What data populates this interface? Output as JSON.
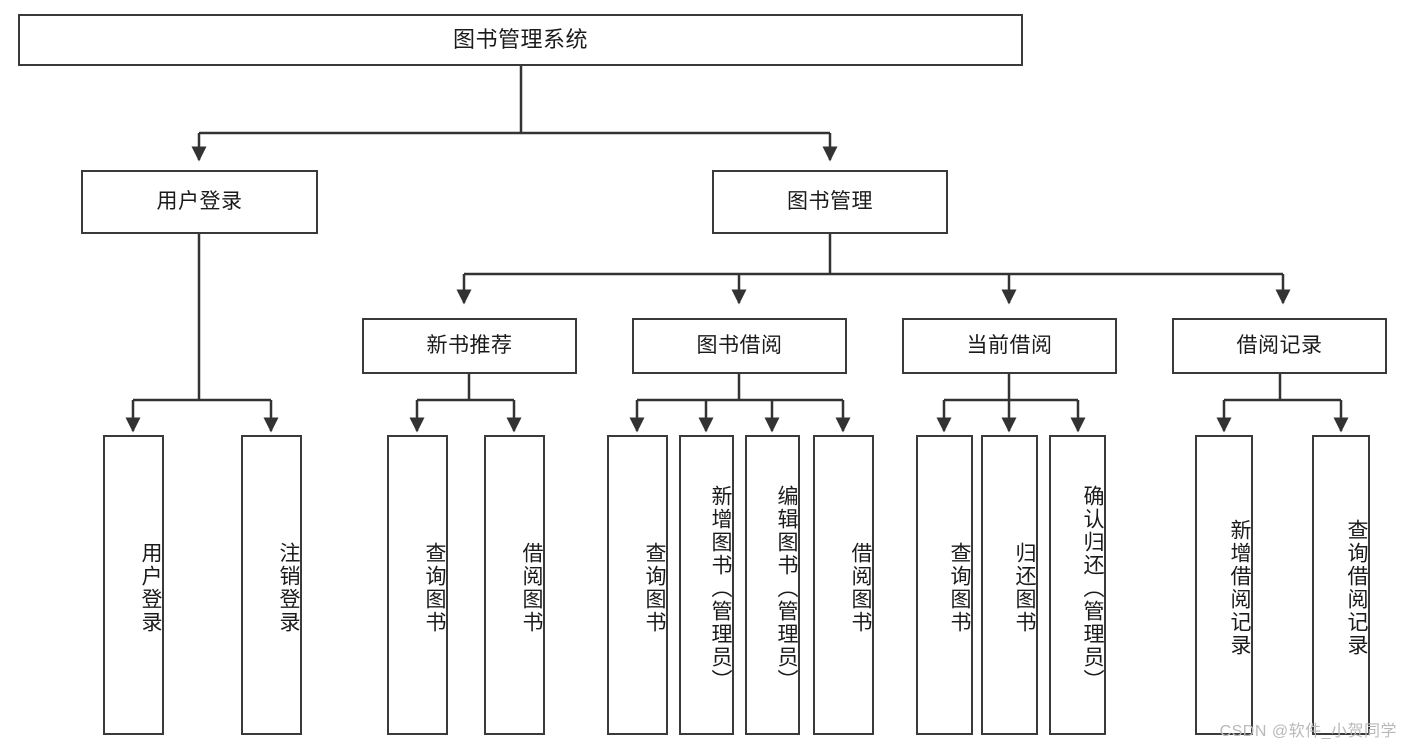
{
  "diagram": {
    "title": "图书管理系统",
    "type": "功能结构图",
    "watermark": "CSDN @软件_小贺同学",
    "colors": {
      "box_border": "#3a3a3a",
      "edge": "#333333",
      "text": "#1b1b1b",
      "background": "#ffffff",
      "watermark": "#b9b9b9"
    },
    "nodes": {
      "root": {
        "label": "图书管理系统",
        "level": 0
      },
      "level1": [
        {
          "id": "user_login",
          "label": "用户登录"
        },
        {
          "id": "book_manage",
          "label": "图书管理"
        }
      ],
      "level2": [
        {
          "id": "new_book_rec",
          "label": "新书推荐",
          "parent": "book_manage"
        },
        {
          "id": "book_borrow",
          "label": "图书借阅",
          "parent": "book_manage"
        },
        {
          "id": "current_borrow",
          "label": "当前借阅",
          "parent": "book_manage"
        },
        {
          "id": "borrow_record",
          "label": "借阅记录",
          "parent": "book_manage"
        }
      ],
      "leaves": {
        "user_login": [
          {
            "id": "leaf_user_login",
            "label": "用户登录"
          },
          {
            "id": "leaf_user_logout",
            "label": "注销登录"
          }
        ],
        "new_book_rec": [
          {
            "id": "leaf_query_book_1",
            "label": "查询图书"
          },
          {
            "id": "leaf_borrow_book_1",
            "label": "借阅图书"
          }
        ],
        "book_borrow": [
          {
            "id": "leaf_query_book_2",
            "label": "查询图书"
          },
          {
            "id": "leaf_add_book",
            "label": "新增图书（管理员）"
          },
          {
            "id": "leaf_edit_book",
            "label": "编辑图书（管理员）"
          },
          {
            "id": "leaf_borrow_book_2",
            "label": "借阅图书"
          }
        ],
        "current_borrow": [
          {
            "id": "leaf_query_book_3",
            "label": "查询图书"
          },
          {
            "id": "leaf_return_book",
            "label": "归还图书"
          },
          {
            "id": "leaf_confirm_return",
            "label": "确认归还（管理员）"
          }
        ],
        "borrow_record": [
          {
            "id": "leaf_add_record",
            "label": "新增借阅记录"
          },
          {
            "id": "leaf_query_record",
            "label": "查询借阅记录"
          }
        ]
      }
    }
  }
}
